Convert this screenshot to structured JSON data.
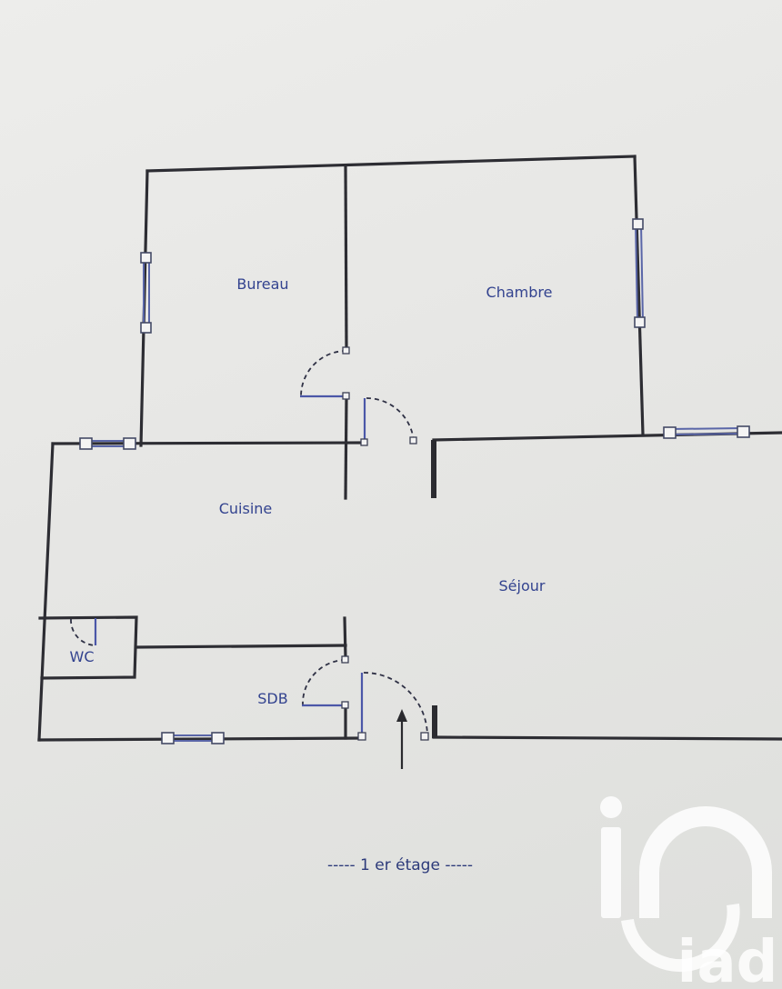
{
  "rooms": {
    "bureau": "Bureau",
    "chambre": "Chambre",
    "cuisine": "Cuisine",
    "sejour": "Séjour",
    "wc": "WC",
    "sdb": "SDB"
  },
  "caption": "----- 1 er étage -----",
  "logo": {
    "text": "iad",
    "color": "#ffffff"
  },
  "colors": {
    "walls": "#2d2d33",
    "labels": "#33438f",
    "windows": "#5a66a8"
  }
}
